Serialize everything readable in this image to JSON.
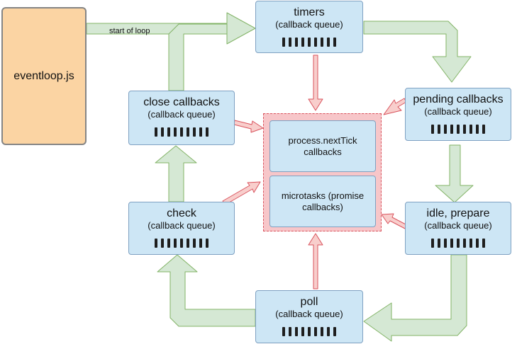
{
  "entry": {
    "label": "eventloop.js",
    "start_label": "start of loop"
  },
  "phases": {
    "timers": {
      "title": "timers",
      "subtitle": "(callback queue)"
    },
    "pending": {
      "title": "pending callbacks",
      "subtitle": "(callback queue)"
    },
    "idle": {
      "title": "idle, prepare",
      "subtitle": "(callback queue)"
    },
    "poll": {
      "title": "poll",
      "subtitle": "(callback queue)"
    },
    "check": {
      "title": "check",
      "subtitle": "(callback queue)"
    },
    "close": {
      "title": "close callbacks",
      "subtitle": "(callback queue)"
    }
  },
  "microtasks": {
    "nexttick": {
      "line1": "process.nextTick",
      "line2": "callbacks"
    },
    "promise": {
      "line1": "microtasks (promise",
      "line2": "callbacks)"
    }
  },
  "colors": {
    "queue_fill": "#cde6f5",
    "entry_fill": "#fbd4a3",
    "flow_arrow": "#d5e8d4",
    "flow_arrow_border": "#82b366",
    "microtask_area": "#f7c6c9",
    "microtask_arrow": "#f8cecc",
    "microtask_arrow_border": "#d9535d"
  }
}
